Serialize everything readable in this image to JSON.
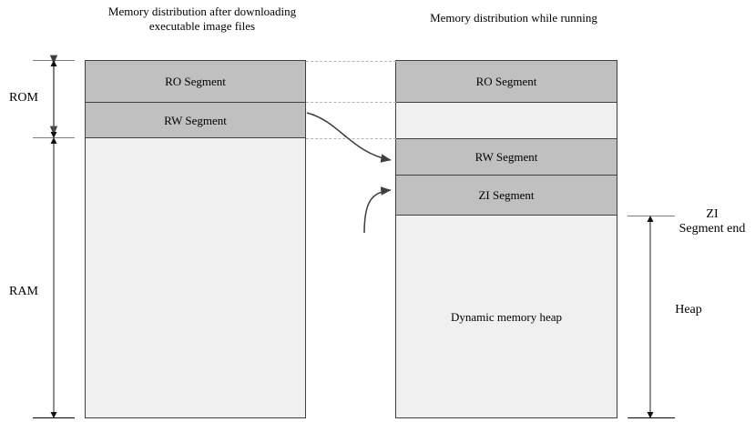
{
  "diagram": {
    "titles": {
      "left": "Memory distribution after downloading executable image files",
      "right": "Memory distribution while running"
    },
    "left_column": {
      "segments": [
        {
          "id": "ro",
          "label": "RO Segment",
          "fill": "#c0c0c0"
        },
        {
          "id": "rw",
          "label": "RW Segment",
          "fill": "#c0c0c0"
        },
        {
          "id": "free",
          "label": "",
          "fill": "#f0f0f0"
        }
      ]
    },
    "right_column": {
      "segments": [
        {
          "id": "ro",
          "label": "RO Segment",
          "fill": "#c0c0c0"
        },
        {
          "id": "gap",
          "label": "",
          "fill": "#f0f0f0"
        },
        {
          "id": "rw",
          "label": "RW Segment",
          "fill": "#c0c0c0"
        },
        {
          "id": "zi",
          "label": "ZI Segment",
          "fill": "#c0c0c0"
        },
        {
          "id": "heap",
          "label": "Dynamic memory heap",
          "fill": "#f0f0f0"
        }
      ]
    },
    "left_brackets": [
      {
        "id": "rom",
        "label": "ROM"
      },
      {
        "id": "ram",
        "label": "RAM"
      }
    ],
    "right_brackets": [
      {
        "id": "zi-end",
        "label": "ZI\nSegment end"
      },
      {
        "id": "heap",
        "label": "Heap"
      }
    ],
    "colors": {
      "segment_fill": "#c0c0c0",
      "empty_fill": "#f0f0f0",
      "segment_border": "#404040",
      "dashed_link": "#b4b4b4",
      "arrow": "#404040",
      "tick": "#808080",
      "background": "#ffffff"
    }
  }
}
